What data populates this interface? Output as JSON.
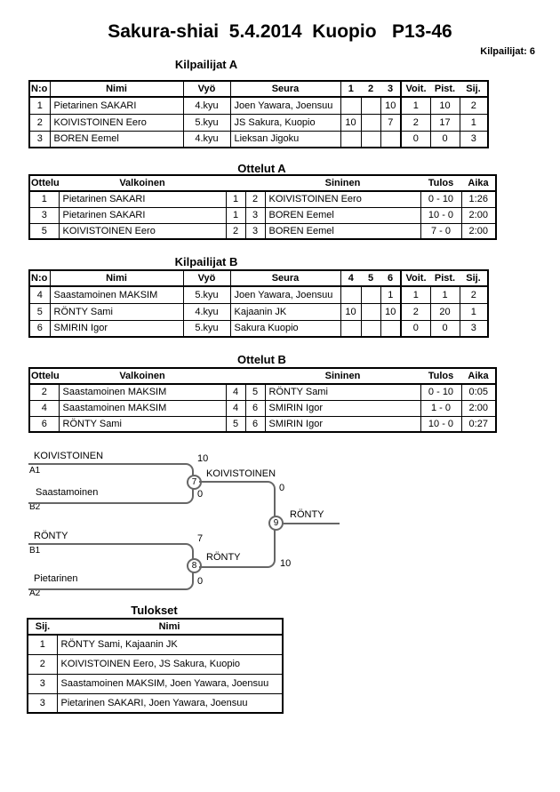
{
  "header": {
    "title": "Sakura-shiai  5.4.2014  Kuopio   P13-46",
    "competitors_label": "Kilpailijat: 6"
  },
  "colors": {
    "text": "#000000",
    "table_border": "#000000",
    "bracket_line": "#666666"
  },
  "kilpailijat_a": {
    "heading": "Kilpailijat A",
    "columns": [
      "N:o",
      "Nimi",
      "Vyö",
      "Seura",
      "1",
      "2",
      "3",
      "Voit.",
      "Pist.",
      "Sij."
    ],
    "rows": [
      {
        "no": "1",
        "nimi": "Pietarinen SAKARI",
        "vyo": "4.kyu",
        "seura": "Joen Yawara, Joensuu",
        "c1": "",
        "c2": "",
        "c3": "10",
        "voit": "1",
        "pist": "10",
        "sij": "2"
      },
      {
        "no": "2",
        "nimi": "KOIVISTOINEN Eero",
        "vyo": "5.kyu",
        "seura": "JS Sakura, Kuopio",
        "c1": "10",
        "c2": "",
        "c3": "7",
        "voit": "2",
        "pist": "17",
        "sij": "1"
      },
      {
        "no": "3",
        "nimi": "BOREN Eemel",
        "vyo": "4.kyu",
        "seura": "Lieksan Jigoku",
        "c1": "",
        "c2": "",
        "c3": "",
        "voit": "0",
        "pist": "0",
        "sij": "3"
      }
    ]
  },
  "ottelut_a": {
    "heading": "Ottelut A",
    "columns": [
      "Ottelu",
      "Valkoinen",
      "",
      "",
      "Sininen",
      "Tulos",
      "Aika"
    ],
    "rows": [
      {
        "ottelu": "1",
        "valkoinen": "Pietarinen SAKARI",
        "wno": "1",
        "bno": "2",
        "sininen": "KOIVISTOINEN Eero",
        "tulos": "0 - 10",
        "aika": "1:26"
      },
      {
        "ottelu": "3",
        "valkoinen": "Pietarinen SAKARI",
        "wno": "1",
        "bno": "3",
        "sininen": "BOREN Eemel",
        "tulos": "10 - 0",
        "aika": "2:00"
      },
      {
        "ottelu": "5",
        "valkoinen": "KOIVISTOINEN Eero",
        "wno": "2",
        "bno": "3",
        "sininen": "BOREN Eemel",
        "tulos": "7 - 0",
        "aika": "2:00"
      }
    ]
  },
  "kilpailijat_b": {
    "heading": "Kilpailijat B",
    "columns": [
      "N:o",
      "Nimi",
      "Vyö",
      "Seura",
      "4",
      "5",
      "6",
      "Voit.",
      "Pist.",
      "Sij."
    ],
    "rows": [
      {
        "no": "4",
        "nimi": "Saastamoinen MAKSIM",
        "vyo": "5.kyu",
        "seura": "Joen Yawara, Joensuu",
        "c1": "",
        "c2": "",
        "c3": "1",
        "voit": "1",
        "pist": "1",
        "sij": "2"
      },
      {
        "no": "5",
        "nimi": "RÖNTY Sami",
        "vyo": "4.kyu",
        "seura": "Kajaanin JK",
        "c1": "10",
        "c2": "",
        "c3": "10",
        "voit": "2",
        "pist": "20",
        "sij": "1"
      },
      {
        "no": "6",
        "nimi": "SMIRIN Igor",
        "vyo": "5.kyu",
        "seura": "Sakura Kuopio",
        "c1": "",
        "c2": "",
        "c3": "",
        "voit": "0",
        "pist": "0",
        "sij": "3"
      }
    ]
  },
  "ottelut_b": {
    "heading": "Ottelut B",
    "columns": [
      "Ottelu",
      "Valkoinen",
      "",
      "",
      "Sininen",
      "Tulos",
      "Aika"
    ],
    "rows": [
      {
        "ottelu": "2",
        "valkoinen": "Saastamoinen MAKSIM",
        "wno": "4",
        "bno": "5",
        "sininen": "RÖNTY Sami",
        "tulos": "0 - 10",
        "aika": "0:05"
      },
      {
        "ottelu": "4",
        "valkoinen": "Saastamoinen MAKSIM",
        "wno": "4",
        "bno": "6",
        "sininen": "SMIRIN Igor",
        "tulos": "1 - 0",
        "aika": "2:00"
      },
      {
        "ottelu": "6",
        "valkoinen": "RÖNTY Sami",
        "wno": "5",
        "bno": "6",
        "sininen": "SMIRIN Igor",
        "tulos": "10 - 0",
        "aika": "0:27"
      }
    ]
  },
  "bracket": {
    "semifinals": [
      {
        "match_no": "7",
        "top": {
          "name": "KOIVISTOINEN",
          "seed": "A1",
          "score": "10"
        },
        "bottom": {
          "name": "Saastamoinen",
          "seed": "B2",
          "score": "0"
        },
        "winner": "KOIVISTOINEN"
      },
      {
        "match_no": "8",
        "top": {
          "name": "RÖNTY",
          "seed": "B1",
          "score": "7"
        },
        "bottom": {
          "name": "Pietarinen",
          "seed": "A2",
          "score": "0"
        },
        "winner": "RÖNTY"
      }
    ],
    "final": {
      "match_no": "9",
      "top_score": "0",
      "bottom_score": "10",
      "winner": "RÖNTY"
    }
  },
  "tulokset": {
    "heading": "Tulokset",
    "columns": [
      "Sij.",
      "Nimi"
    ],
    "rows": [
      {
        "sij": "1",
        "nimi": "RÖNTY Sami, Kajaanin JK"
      },
      {
        "sij": "2",
        "nimi": "KOIVISTOINEN Eero, JS Sakura, Kuopio"
      },
      {
        "sij": "3",
        "nimi": "Saastamoinen MAKSIM, Joen Yawara, Joensuu"
      },
      {
        "sij": "3",
        "nimi": "Pietarinen SAKARI, Joen Yawara, Joensuu"
      }
    ]
  }
}
